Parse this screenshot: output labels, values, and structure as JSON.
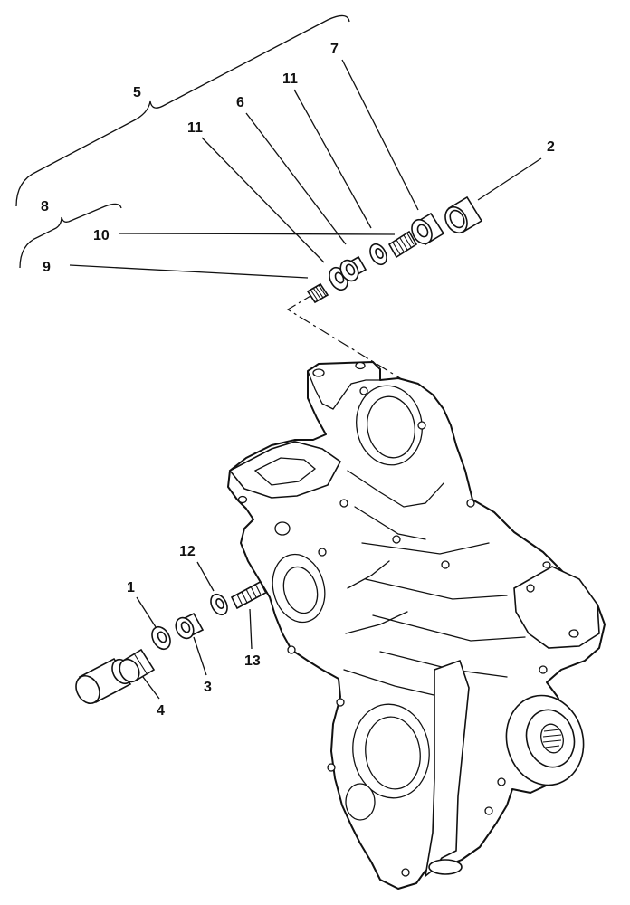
{
  "callouts": {
    "c1": "1",
    "c2": "2",
    "c3": "3",
    "c4": "4",
    "c5": "5",
    "c6": "6",
    "c7": "7",
    "c8": "8",
    "c9": "9",
    "c10": "10",
    "c11a": "11",
    "c11b": "11",
    "c12": "12",
    "c13": "13"
  }
}
